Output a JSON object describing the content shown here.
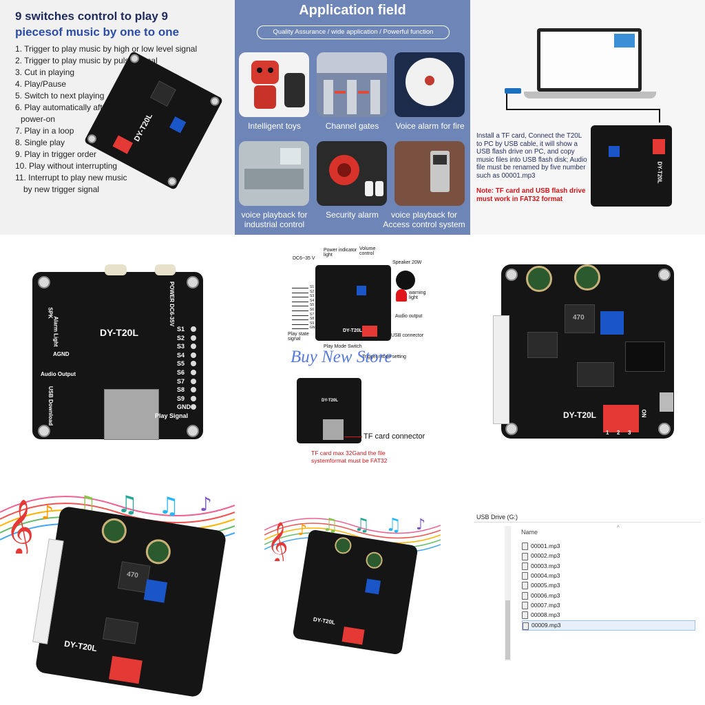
{
  "panel1": {
    "title_line1": "9 switches control to play 9",
    "title_line2": "piecesof music by one to one",
    "features": [
      "1. Trigger to play music by high or low level signal",
      "2. Trigger to play music by pulse signal",
      "3. Cut in playing",
      "4. Play/Pause",
      "5. Switch to next playing",
      "6. Play automatically after",
      "power-on",
      "7. Play in a loop",
      "8. Single play",
      "9. Play in trigger order",
      "10. Play without interrupting",
      "11. Interrupt to play new music",
      "by new trigger signal"
    ],
    "board_label": "DY-T20L"
  },
  "panel2": {
    "title": "Application field",
    "subtitle": "Quality Assurance / wide application / Powerful function",
    "apps": [
      {
        "label": "Intelligent toys"
      },
      {
        "label": "Channel gates"
      },
      {
        "label": "Voice alarm for fire"
      },
      {
        "label": "voice playback for industrial control"
      },
      {
        "label": "Security alarm"
      },
      {
        "label": "voice playback for Access control system"
      }
    ]
  },
  "panel3": {
    "info": "Install a TF card, Connect the T20L to PC by USB cable, it will show a USB flash drive on PC, and copy music files into USB flash disk; Audio file must be renamed by five number such as 00001.mp3",
    "note": "Note: TF card and USB flash drive must work in FAT32 format",
    "board_label": "DY-T20L"
  },
  "panel4": {
    "board_label": "DY-T20L",
    "left_labels": [
      "SPK",
      "Alarm Light",
      "AGND",
      "Audio Output",
      "USB Download"
    ],
    "power_label": "POWER DC6-35V",
    "pins": [
      "S1",
      "S2",
      "S3",
      "S4",
      "S5",
      "S6",
      "S7",
      "S8",
      "S9",
      "GND",
      "Play Signal"
    ]
  },
  "panel5": {
    "labels": {
      "dc": "DC6~35 V",
      "power_light": "Power indicator light",
      "volume": "Volume control",
      "speaker": "Speaker 20W",
      "warning": "warning light",
      "audio_out": "Audio output",
      "usb": "USB connector",
      "play_state": "Play state signal",
      "playmode": "Play Mode Switch",
      "trigger": "Trigger mode setting"
    },
    "pin_labels": [
      "S1",
      "S2",
      "S3",
      "S4",
      "S5",
      "S6",
      "S7",
      "S8",
      "S9",
      "GND"
    ],
    "watermark": "Buy New Store",
    "tf_connector": "TF card connector",
    "tf_note": "TF card max 32Gand the file systemformat must be FAT32",
    "board_label": "DY-T20L"
  },
  "panel6": {
    "board_label": "DY-T20L",
    "ind_label": "470",
    "dip_label": "ON",
    "dip_numbers": [
      "1",
      "2",
      "3"
    ]
  },
  "panel7": {
    "board_label": "DY-T20L",
    "ind_label": "470"
  },
  "panel8": {
    "board_label": "DY-T20L"
  },
  "panel9": {
    "drive": "USB Drive (G:)",
    "column": "Name",
    "files": [
      "00001.mp3",
      "00002.mp3",
      "00003.mp3",
      "00004.mp3",
      "00005.mp3",
      "00006.mp3",
      "00007.mp3",
      "00008.mp3",
      "00009.mp3"
    ]
  },
  "colors": {
    "accent_blue": "#2b4da8",
    "panel_blue": "#6e86b7",
    "warn_red": "#d0141a",
    "pcb": "#151515"
  }
}
